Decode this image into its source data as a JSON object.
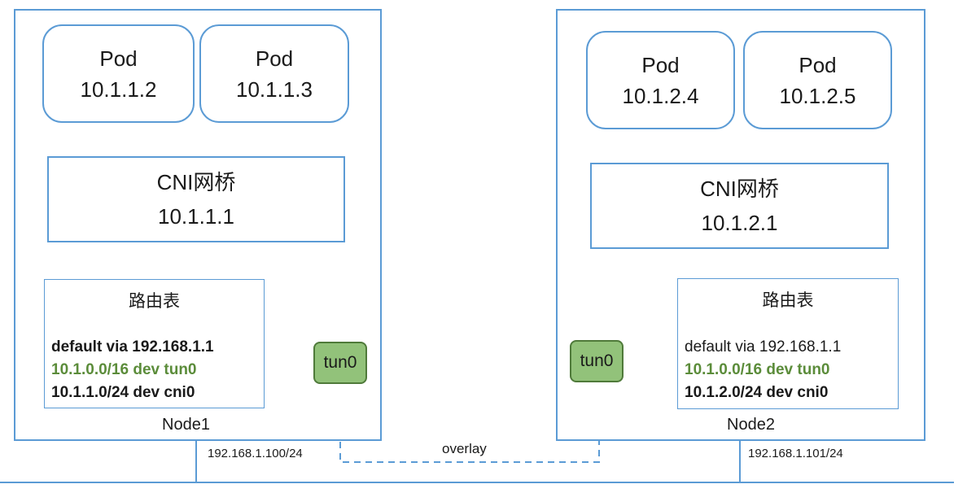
{
  "nodes": [
    {
      "label": "Node1",
      "ip": "192.168.1.100/24",
      "pods": [
        {
          "title": "Pod",
          "ip": "10.1.1.2"
        },
        {
          "title": "Pod",
          "ip": "10.1.1.3"
        }
      ],
      "bridge": {
        "title": "CNI网桥",
        "ip": "10.1.1.1"
      },
      "route_table": {
        "title": "路由表",
        "lines": [
          "default via 192.168.1.1",
          "10.1.0.0/16 dev tun0",
          "10.1.1.0/24 dev cni0"
        ]
      },
      "tun": "tun0"
    },
    {
      "label": "Node2",
      "ip": "192.168.1.101/24",
      "pods": [
        {
          "title": "Pod",
          "ip": "10.1.2.4"
        },
        {
          "title": "Pod",
          "ip": "10.1.2.5"
        }
      ],
      "bridge": {
        "title": "CNI网桥",
        "ip": "10.1.2.1"
      },
      "route_table": {
        "title": "路由表",
        "lines": [
          "default via 192.168.1.1",
          "10.1.0.0/16 dev tun0",
          "10.1.2.0/24 dev cni0"
        ]
      },
      "tun": "tun0"
    }
  ],
  "overlay_label": "overlay",
  "colors": {
    "border": "#5b9bd5",
    "tun_fill": "#92c27a",
    "tun_border": "#4f7a3a",
    "route_highlight": "#5b8c3a"
  }
}
